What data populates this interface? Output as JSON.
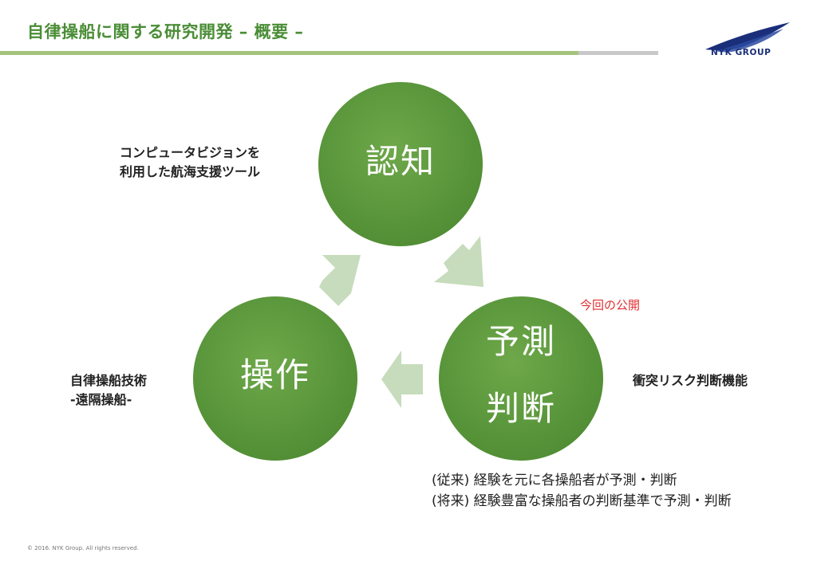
{
  "slide": {
    "title": "自律操船に関する研究開発 – 概要 –",
    "logo_text": "NYK GROUP",
    "copyright": "© 2016. NYK Group. All rights reserved."
  },
  "colors": {
    "title": "#4a8d36",
    "circle": "#5a9a3b",
    "arrow": "#c6dcbc",
    "rule": "#a4c37d",
    "highlight": "#e03030"
  },
  "cycle": {
    "recognition": "認知",
    "prediction": "予測",
    "judgment": "判断",
    "operation": "操作"
  },
  "notes": {
    "recognition_line1": "コンピュータビジョンを",
    "recognition_line2": "利用した航海支援ツール",
    "judgment": "衝突リスク判断機能",
    "operation_line1": "自律操船技術",
    "operation_line2": "-遠隔操船-",
    "new_release": "今回の公開"
  },
  "flow": {
    "past": "(従来) 経験を元に各操船者が予測・判断",
    "future": "(将来) 経験豊富な操船者の判断基準で予測・判断"
  }
}
